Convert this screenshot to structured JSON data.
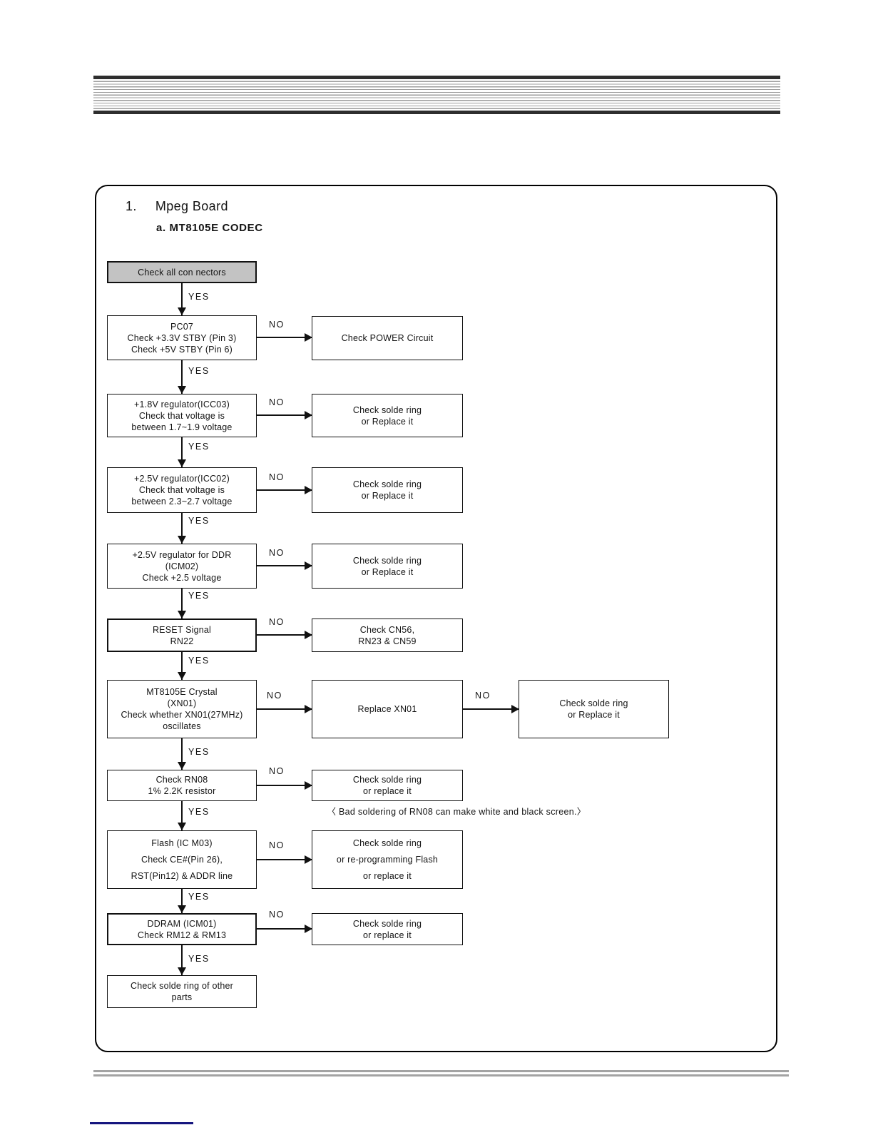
{
  "page": {
    "title_number": "1.",
    "title": "Mpeg Board",
    "subtitle": "a. MT8105E CODEC"
  },
  "labels": {
    "yes": "YES",
    "no": "NO"
  },
  "colors": {
    "start_box_fill": "#c3c3c3",
    "line_black": "#111111",
    "footer_rule_gray": "#a3a3a3",
    "footer_mark_blue": "#15157e"
  },
  "flow": {
    "start": {
      "l1": "Check all con nectors"
    },
    "pc07": {
      "l1": "PC07",
      "l2": "Check +3.3V STBY (Pin 3)",
      "l3": "Check +5V STBY (Pin 6)"
    },
    "power": {
      "l1": "Check POWER Circuit"
    },
    "reg18": {
      "l1": "+1.8V regulator(ICC03)",
      "l2": "Check that voltage is",
      "l3": "between 1.7~1.9 voltage"
    },
    "solder1": {
      "l1": "Check solde ring",
      "l2": "or Replace it"
    },
    "reg25": {
      "l1": "+2.5V regulator(ICC02)",
      "l2": "Check that voltage is",
      "l3": "between 2.3~2.7 voltage"
    },
    "solder2": {
      "l1": "Check solde ring",
      "l2": "or Replace it"
    },
    "regddr": {
      "l1": "+2.5V regulator for DDR",
      "l2": "(ICM02)",
      "l3": "Check +2.5 voltage"
    },
    "solder3": {
      "l1": "Check solde ring",
      "l2": "or Replace it"
    },
    "reset": {
      "l1": "RESET Signal",
      "l2": "RN22"
    },
    "cn56": {
      "l1": "Check CN56,",
      "l2": "RN23 & CN59"
    },
    "crystal": {
      "l1": "MT8105E Crystal",
      "l2": "(XN01)",
      "l3": "Check whether XN01(27MHz)",
      "l4": "oscillates"
    },
    "replace_xn01": {
      "l1": "Replace XN01"
    },
    "solder4": {
      "l1": "Check solde ring",
      "l2": "or Replace it"
    },
    "rn08": {
      "l1": "Check RN08",
      "l2": "1% 2.2K resistor"
    },
    "solder5": {
      "l1": "Check solde ring",
      "l2": "or replace it"
    },
    "rn08_note": "〈 Bad soldering of RN08 can make white and black screen.〉",
    "flash": {
      "l1": "Flash (IC M03)",
      "l2": "Check CE#(Pin 26),",
      "l3": "RST(Pin12) & ADDR line"
    },
    "flash_fix": {
      "l1": "Check solde ring",
      "l2": "or re-programming Flash",
      "l3": "or replace it"
    },
    "ddram": {
      "l1": "DDRAM (ICM01)",
      "l2": "Check RM12 & RM13"
    },
    "solder6": {
      "l1": "Check solde ring",
      "l2": "or replace it"
    },
    "final": {
      "l1": "Check solde ring of other",
      "l2": "parts"
    }
  }
}
